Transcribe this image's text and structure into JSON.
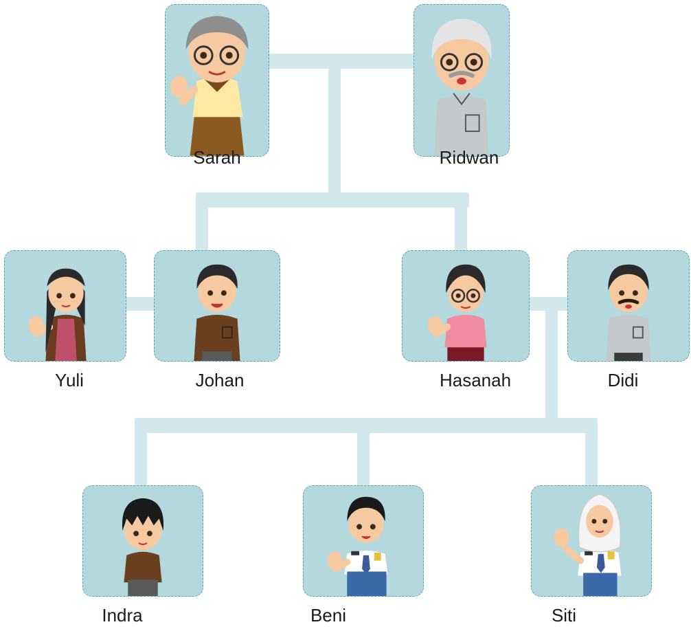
{
  "colors": {
    "card_bg": "#b3d8de",
    "card_border": "#5fa0aa",
    "connector": "#d3e8ec"
  },
  "members": {
    "sarah": {
      "name": "Sarah",
      "outfit": "grandmother, yellow blouse, brown skirt, glasses, grey hair"
    },
    "ridwan": {
      "name": "Ridwan",
      "outfit": "grandfather, grey shirt, glasses, moustache, white hair"
    },
    "yuli": {
      "name": "Yuli"
    },
    "johan": {
      "name": "Johan"
    },
    "hasanah": {
      "name": "Hasanah"
    },
    "didi": {
      "name": "Didi"
    },
    "indra": {
      "name": "Indra"
    },
    "beni": {
      "name": "Beni"
    },
    "siti": {
      "name": "Siti"
    }
  }
}
